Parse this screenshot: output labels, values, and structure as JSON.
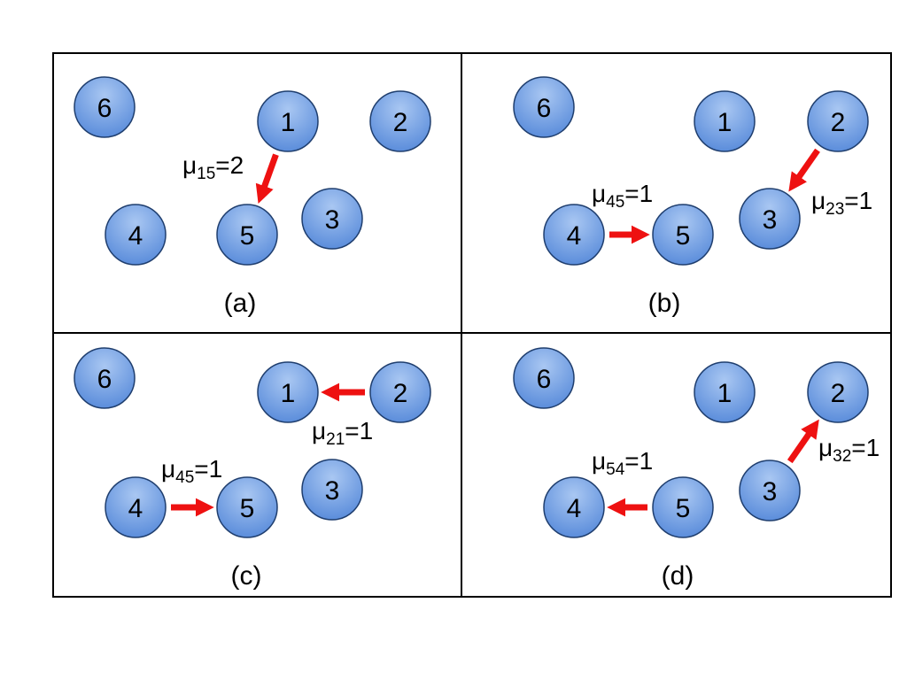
{
  "colors": {
    "node_fill": "#5B8DDB",
    "node_fill_light": "#A9C7F2",
    "node_stroke": "#1F3E6E",
    "arrow": "#EE1111",
    "border": "#000000"
  },
  "panels": [
    {
      "caption": "(a)",
      "nodes": [
        "1",
        "2",
        "3",
        "4",
        "5",
        "6"
      ],
      "edges": [
        {
          "from": "1",
          "to": "5",
          "symbol": "μ",
          "subscript": "15",
          "value": "=2"
        }
      ]
    },
    {
      "caption": "(b)",
      "nodes": [
        "1",
        "2",
        "3",
        "4",
        "5",
        "6"
      ],
      "edges": [
        {
          "from": "4",
          "to": "5",
          "symbol": "μ",
          "subscript": "45",
          "value": "=1"
        },
        {
          "from": "2",
          "to": "3",
          "symbol": "μ",
          "subscript": "23",
          "value": "=1"
        }
      ]
    },
    {
      "caption": "(c)",
      "nodes": [
        "1",
        "2",
        "3",
        "4",
        "5",
        "6"
      ],
      "edges": [
        {
          "from": "2",
          "to": "1",
          "symbol": "μ",
          "subscript": "21",
          "value": "=1"
        },
        {
          "from": "4",
          "to": "5",
          "symbol": "μ",
          "subscript": "45",
          "value": "=1"
        }
      ]
    },
    {
      "caption": "(d)",
      "nodes": [
        "1",
        "2",
        "3",
        "4",
        "5",
        "6"
      ],
      "edges": [
        {
          "from": "5",
          "to": "4",
          "symbol": "μ",
          "subscript": "54",
          "value": "=1"
        },
        {
          "from": "3",
          "to": "2",
          "symbol": "μ",
          "subscript": "32",
          "value": "=1"
        }
      ]
    }
  ]
}
